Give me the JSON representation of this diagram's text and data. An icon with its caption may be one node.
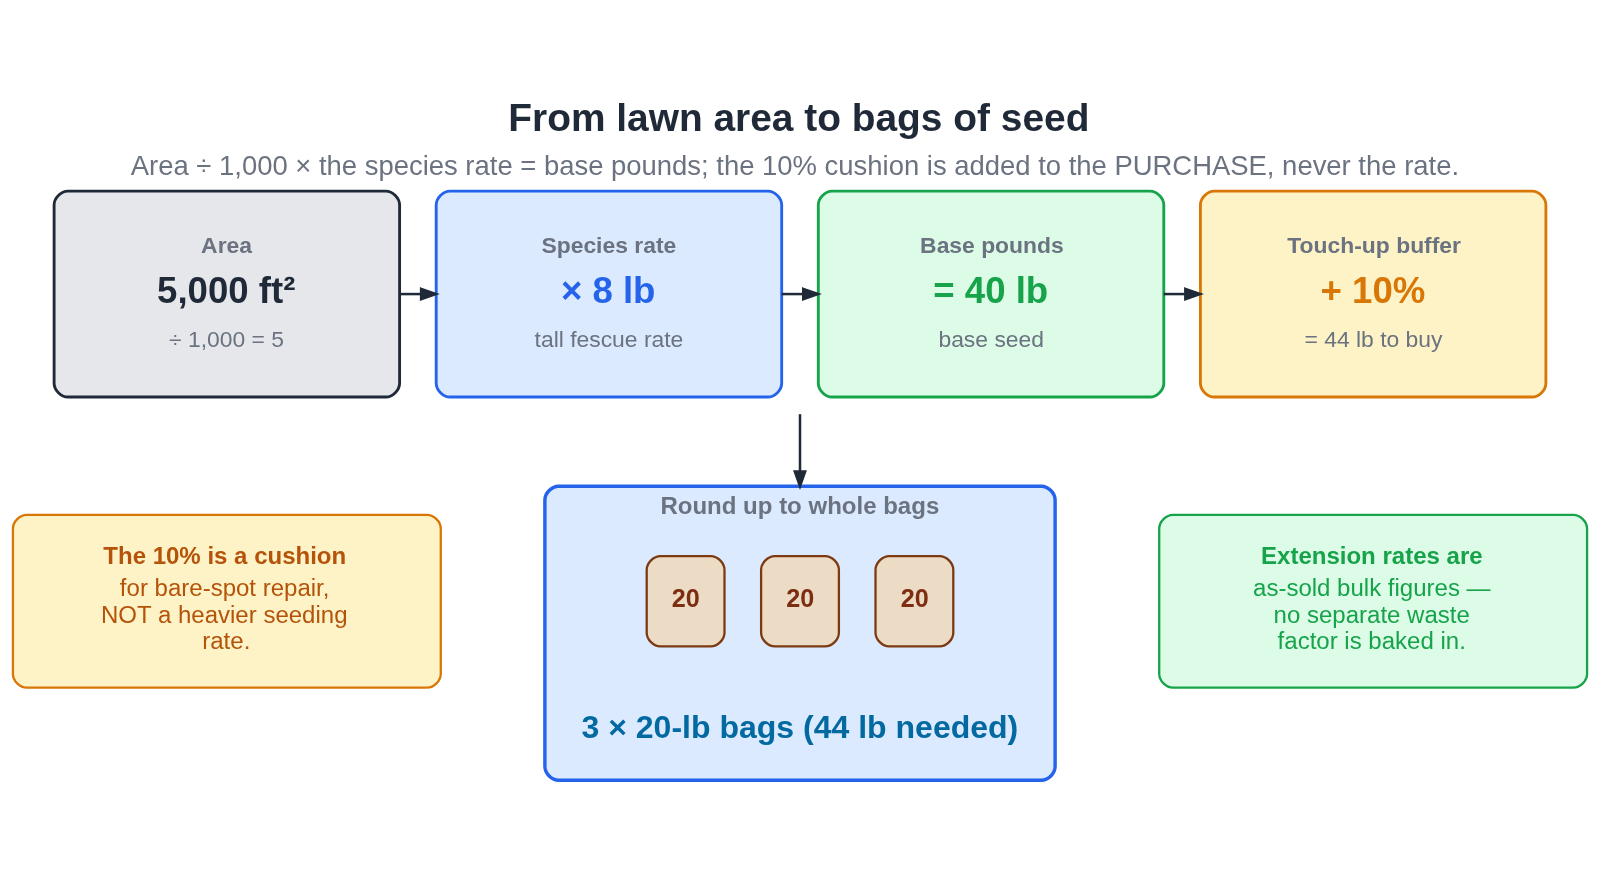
{
  "diagram": {
    "title": "From lawn area to bags of seed",
    "caption": "Area ÷ 1,000 × the species rate = base pounds; the 10% cushion is added to the PURCHASE, never the rate.",
    "nodes": [
      {
        "text": [
          "Area",
          "5,000 ft²",
          "÷ 1,000 = 5"
        ]
      },
      {
        "text": [
          "Species rate",
          "× 8 lb",
          "tall fescue rate"
        ]
      },
      {
        "text": [
          "Base pounds",
          "= 40 lb",
          "base seed"
        ]
      },
      {
        "text": [
          "Touch-up buffer",
          "+ 10%",
          "= 44 lb to buy"
        ]
      },
      {
        "text": [
          "The 10% is a cushion",
          "for bare-spot repair, NOT a heavier seeding rate."
        ]
      },
      {
        "text": [
          "Round up to whole bags",
          "3 × 20-lb bags (44 lb needed)"
        ]
      },
      {
        "text": [
          "20"
        ],
        "in": 5
      },
      {
        "text": [
          "20"
        ],
        "in": 5
      },
      {
        "text": [
          "20"
        ],
        "in": 5
      },
      {
        "text": [
          "Extension rates are",
          "as-sold bulk figures — no separate waste factor is baked in."
        ]
      }
    ],
    "edges": [
      {
        "from": 0,
        "to": 1,
        "arrow": "to"
      },
      {
        "from": 1,
        "to": 2,
        "arrow": "to"
      },
      {
        "from": 2,
        "to": 3,
        "arrow": "to"
      },
      {
        "from": null,
        "to": 5,
        "arrow": "to"
      }
    ]
  }
}
